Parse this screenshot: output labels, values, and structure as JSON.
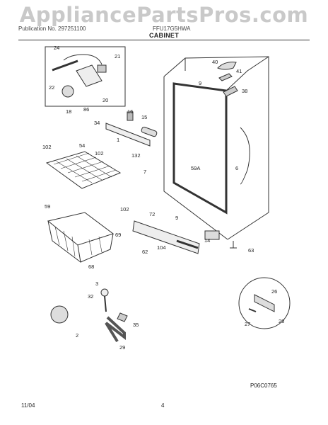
{
  "watermark": "AppliancePartsPros.com",
  "header": {
    "left": "Publication No. 297251100",
    "right": "FFU17G5HWA",
    "section": "CABINET"
  },
  "parts": [
    {
      "id": "24",
      "text": "24"
    },
    {
      "id": "21",
      "text": "21"
    },
    {
      "id": "22",
      "text": "22"
    },
    {
      "id": "20",
      "text": "20"
    },
    {
      "id": "18",
      "text": "18"
    },
    {
      "id": "86",
      "text": "86"
    },
    {
      "id": "16",
      "text": "16"
    },
    {
      "id": "15",
      "text": "15"
    },
    {
      "id": "9a",
      "text": "9"
    },
    {
      "id": "40",
      "text": "40"
    },
    {
      "id": "41",
      "text": "41"
    },
    {
      "id": "38",
      "text": "38"
    },
    {
      "id": "34",
      "text": "34"
    },
    {
      "id": "1",
      "text": "1"
    },
    {
      "id": "102a",
      "text": "102"
    },
    {
      "id": "54",
      "text": "54"
    },
    {
      "id": "102b",
      "text": "102"
    },
    {
      "id": "132",
      "text": "132"
    },
    {
      "id": "7",
      "text": "7"
    },
    {
      "id": "59A",
      "text": "59A"
    },
    {
      "id": "6",
      "text": "6"
    },
    {
      "id": "102c",
      "text": "102"
    },
    {
      "id": "59",
      "text": "59"
    },
    {
      "id": "72",
      "text": "72"
    },
    {
      "id": "9b",
      "text": "9"
    },
    {
      "id": "69",
      "text": "69"
    },
    {
      "id": "62",
      "text": "62"
    },
    {
      "id": "104",
      "text": "104"
    },
    {
      "id": "14",
      "text": "14"
    },
    {
      "id": "63",
      "text": "63"
    },
    {
      "id": "68",
      "text": "68"
    },
    {
      "id": "3",
      "text": "3"
    },
    {
      "id": "32",
      "text": "32"
    },
    {
      "id": "26",
      "text": "26"
    },
    {
      "id": "2",
      "text": "2"
    },
    {
      "id": "35",
      "text": "35"
    },
    {
      "id": "27",
      "text": "27"
    },
    {
      "id": "28",
      "text": "28"
    },
    {
      "id": "29",
      "text": "29"
    }
  ],
  "figure_code": "P06C0765",
  "footer": {
    "date": "11/04",
    "page": "4"
  }
}
